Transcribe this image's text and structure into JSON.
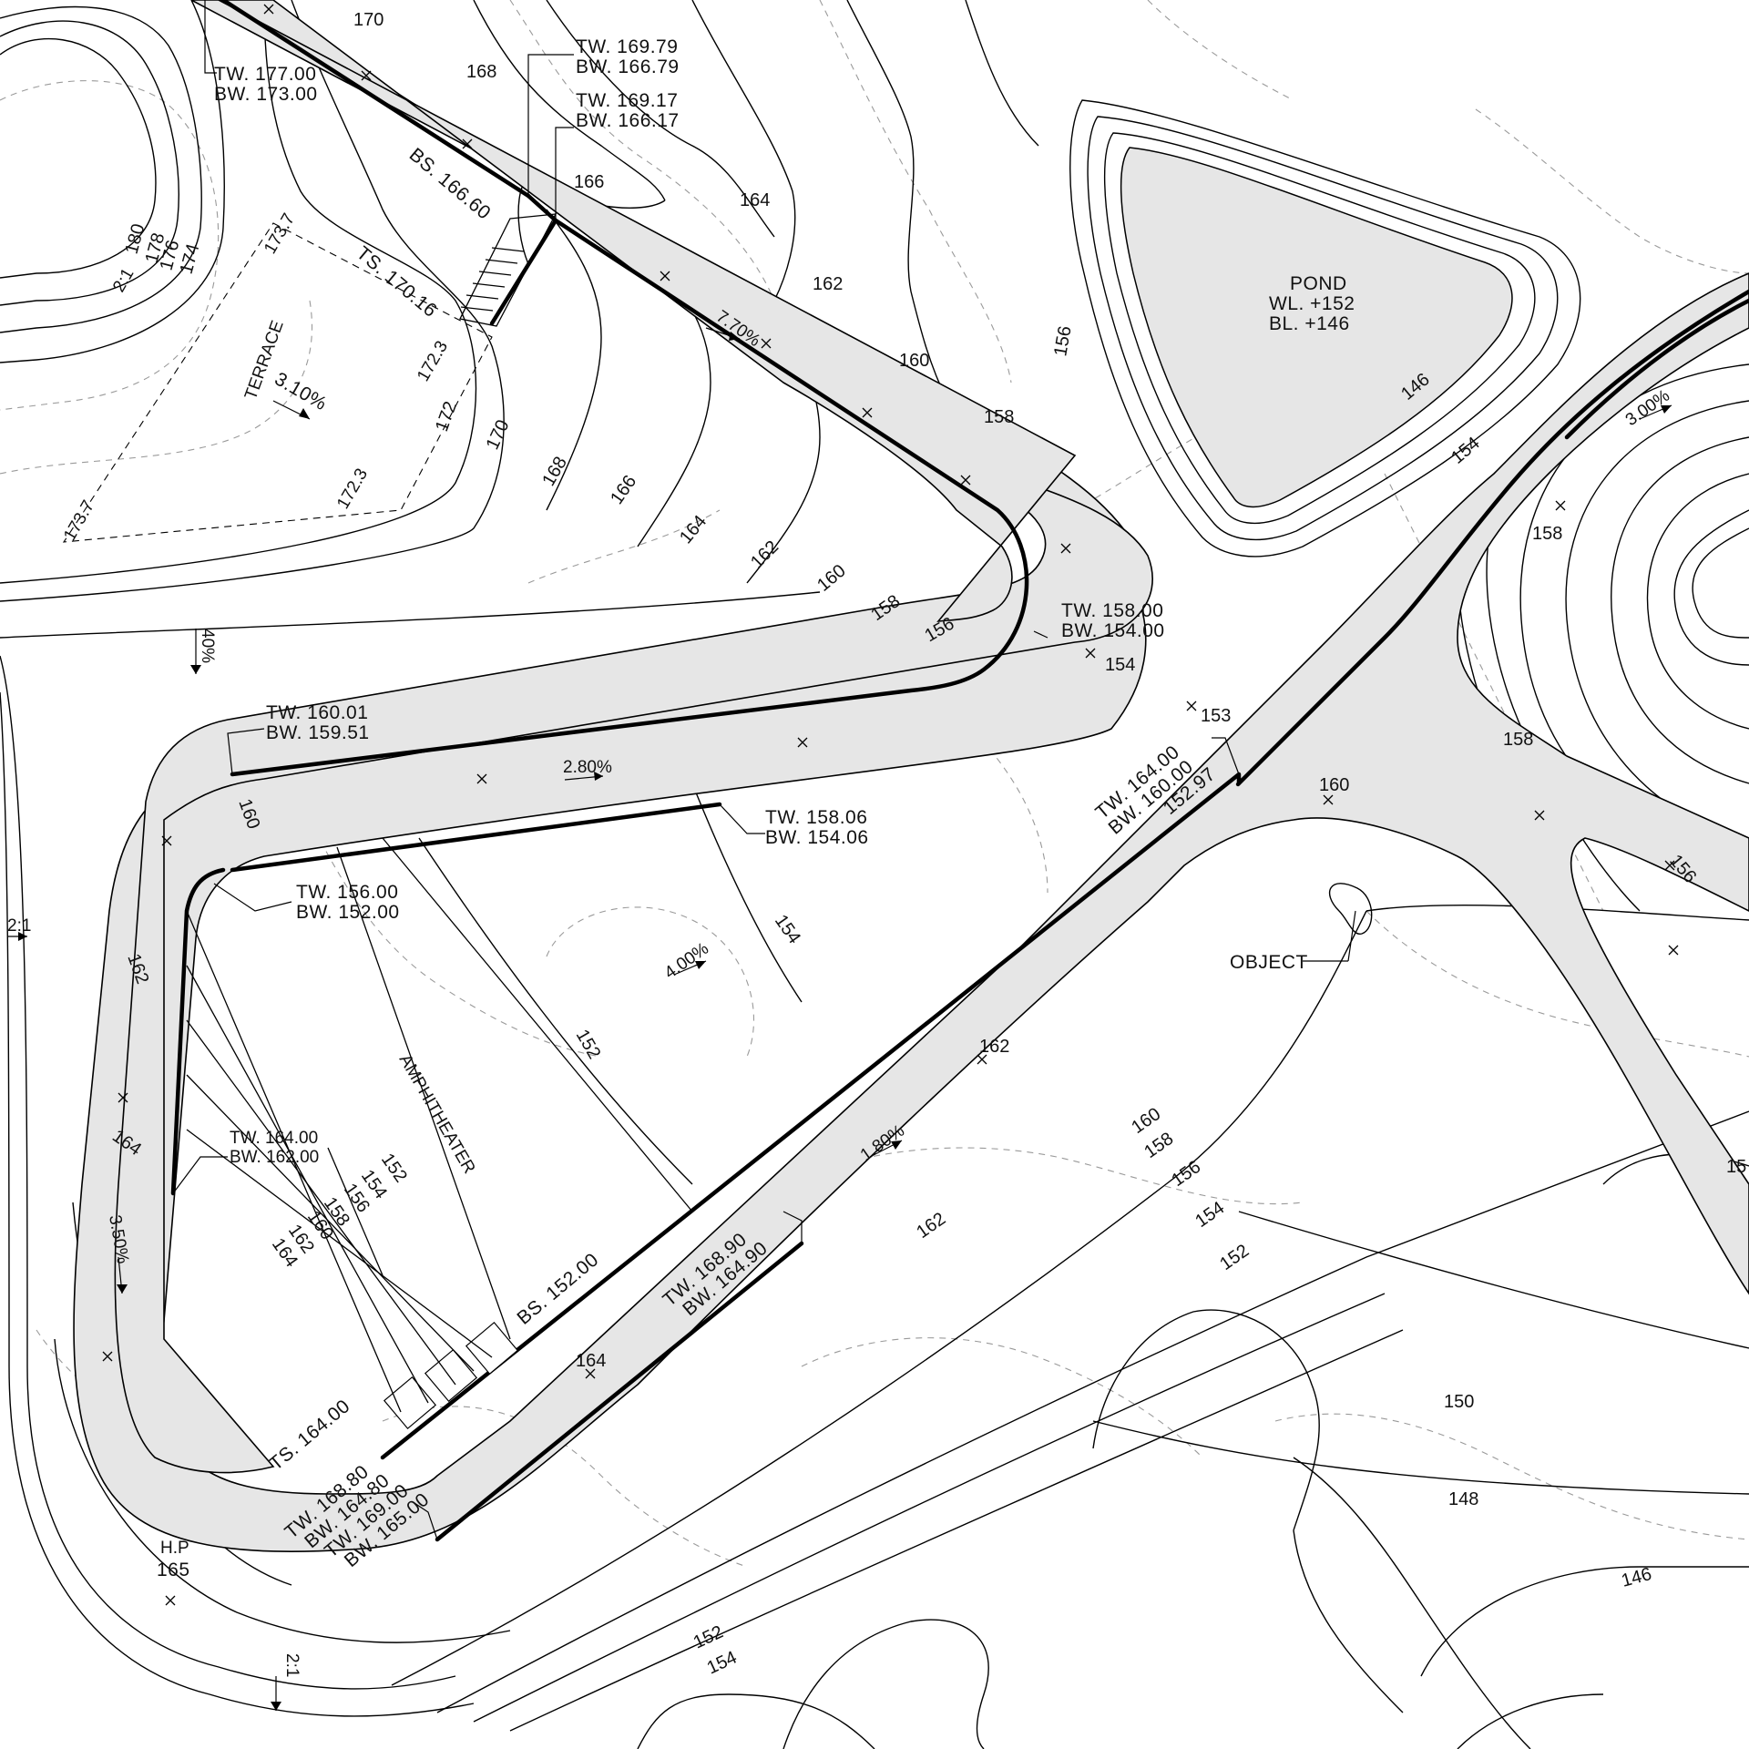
{
  "walls": {
    "w1": [
      "TW. 177.00",
      "BW. 173.00"
    ],
    "w2": [
      "TW. 169.79",
      "BW. 166.79"
    ],
    "w3": [
      "TW. 169.17",
      "BW. 166.17"
    ],
    "w4": [
      "TW. 158.00",
      "BW. 154.00"
    ],
    "w5": [
      "TW. 160.01",
      "BW. 159.51"
    ],
    "w6": [
      "TW. 158.06",
      "BW. 154.06"
    ],
    "w7": [
      "TW. 156.00",
      "BW. 152.00"
    ],
    "w8": [
      "TW. 164.00",
      "BW. 160.00",
      "152.97"
    ],
    "w9": [
      "TW. 164.00",
      "BW. 162.00"
    ],
    "w10": [
      "TW. 168.90",
      "BW. 164.90"
    ],
    "w11": [
      "TW. 168.80",
      "BW. 164.80",
      "TW. 169.00",
      "BW. 165.00"
    ]
  },
  "stairs": {
    "bs_top": "BS. 166.60",
    "ts_top": "TS. 170.16",
    "bs_bottom": "BS. 152.00",
    "ts_bottom": "TS. 164.00"
  },
  "areas": {
    "terrace": "TERRACE",
    "amphitheater": "AMPHITHEATER",
    "object": "OBJECT",
    "pond": [
      "POND",
      "WL. +152",
      "BL. +146"
    ],
    "high_point": [
      "H.P",
      "165"
    ]
  },
  "terrace_spots": [
    "173.7",
    "172.3",
    "172.3",
    "173.7"
  ],
  "slopes": [
    "7.70%",
    "3.10%",
    "40%",
    "2.80%",
    "4.00%",
    "3.00%",
    "1.80%",
    "3.50%"
  ],
  "ratios": [
    "2:1",
    "2:1",
    "2:1"
  ],
  "contours": [
    "170",
    "168",
    "164",
    "162",
    "160",
    "158",
    "156",
    "166",
    "180",
    "178",
    "176",
    "174",
    "172",
    "170",
    "168",
    "166",
    "164",
    "162",
    "160",
    "158",
    "156",
    "146",
    "154",
    "158",
    "158",
    "156",
    "160",
    "154",
    "152",
    "153",
    "154",
    "160",
    "162",
    "162",
    "164",
    "164",
    "152",
    "154",
    "156",
    "158",
    "160",
    "162",
    "164",
    "160",
    "158",
    "156",
    "154",
    "152",
    "162",
    "150",
    "148",
    "146",
    "152",
    "154",
    "15"
  ]
}
